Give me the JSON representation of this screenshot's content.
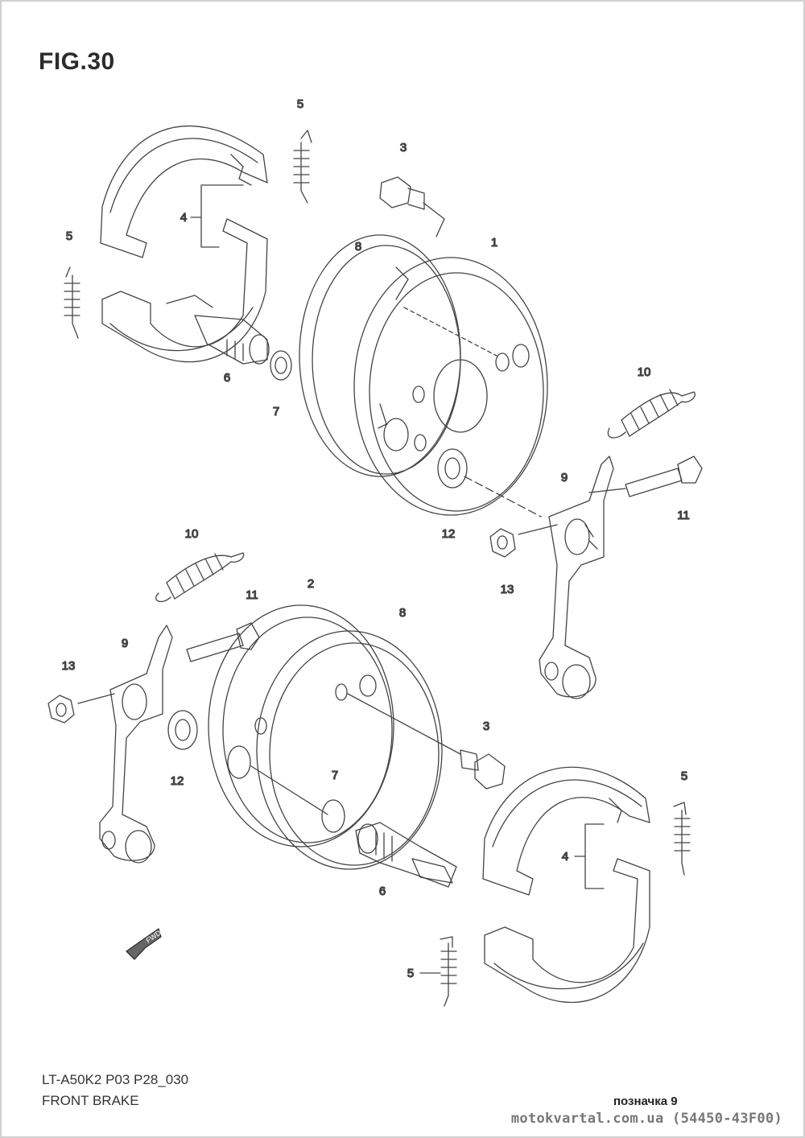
{
  "figure": {
    "title": "FIG.30"
  },
  "callouts": {
    "top_assembly": [
      "5",
      "4",
      "5",
      "6",
      "7",
      "3",
      "8",
      "1",
      "10",
      "12",
      "9",
      "11",
      "13"
    ],
    "bottom_assembly": [
      "10",
      "2",
      "8",
      "11",
      "9",
      "13",
      "12",
      "3",
      "7",
      "6",
      "5",
      "4",
      "5"
    ]
  },
  "fwd_arrow": "FWD",
  "footer": {
    "model_code": "LT-A50K2 P03 P28_030",
    "section_name": "FRONT BRAKE",
    "mark_label": "позначка 9",
    "site_ref": "motokvartal.com.ua (54450-43F00)"
  },
  "colors": {
    "line": "#444444",
    "text": "#333333",
    "border": "#cfcfcf"
  }
}
